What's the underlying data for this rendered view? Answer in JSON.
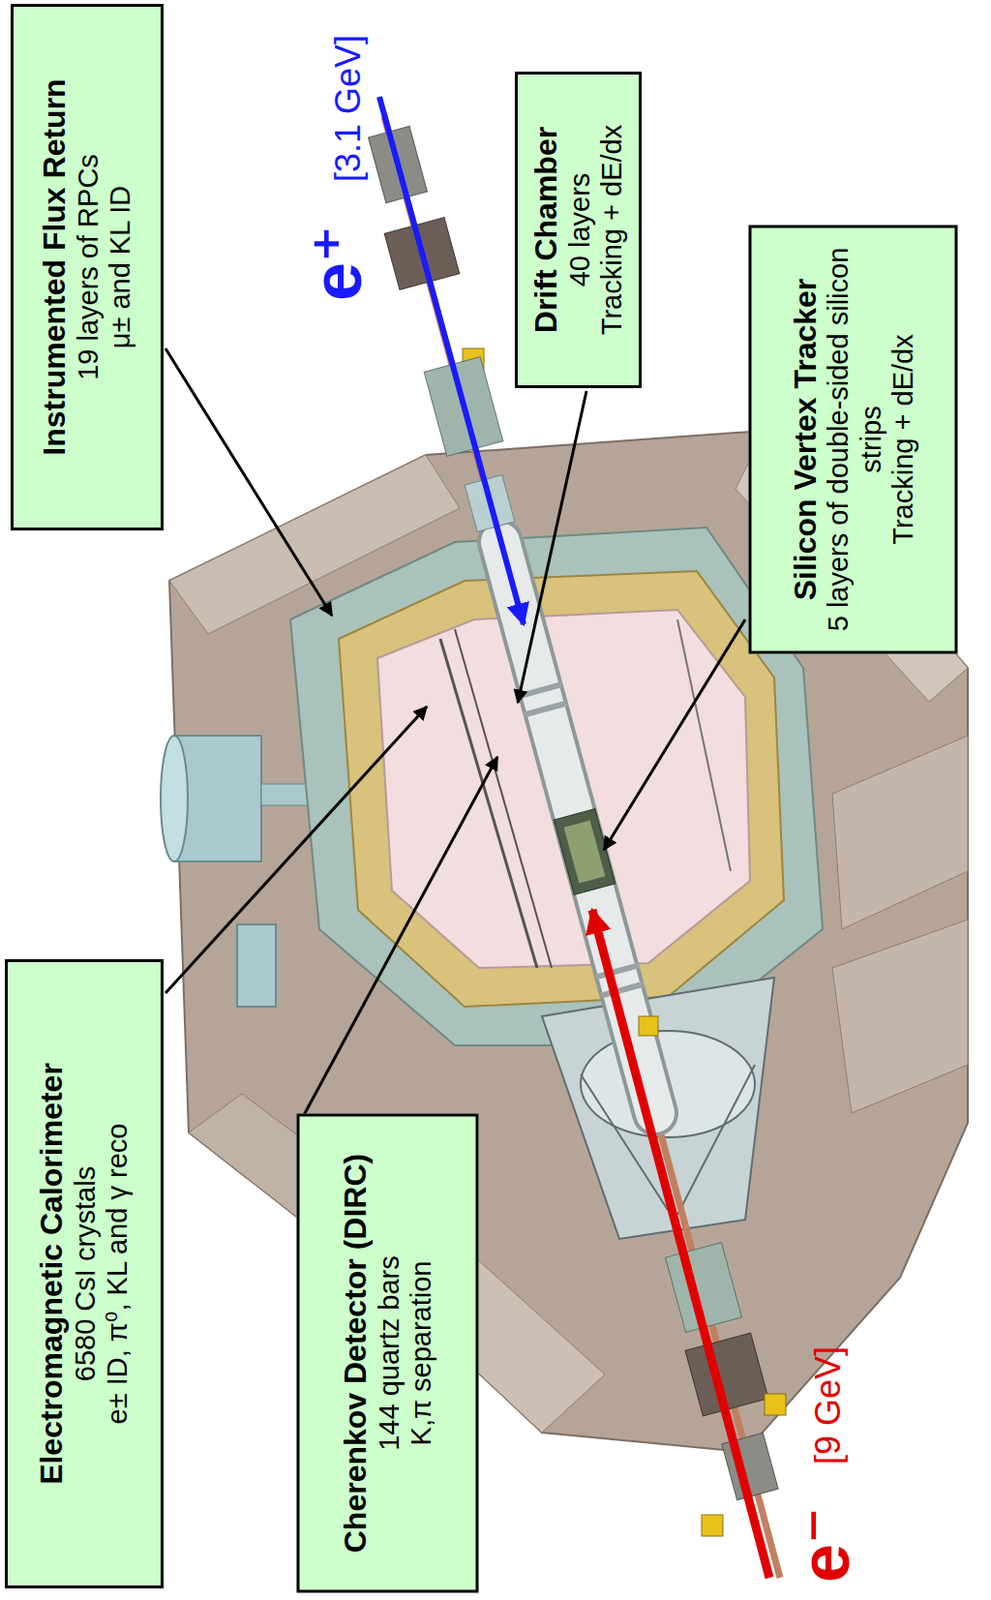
{
  "diagram": {
    "nodes": [
      {
        "text": [
          "Instrumented Flux Return",
          "19 layers of RPCs",
          "μ± and KL ID"
        ]
      },
      {
        "text": [
          "Drift Chamber",
          "40 layers",
          "Tracking + dE/dx"
        ]
      },
      {
        "text": [
          "Silicon Vertex Tracker",
          "5 layers of double-sided silicon strips",
          "Tracking + dE/dx"
        ]
      },
      {
        "text": [
          "Electromagnetic Calorimeter",
          "6580 CsI crystals",
          "e± ID, π⁰, KL and γ reco"
        ]
      },
      {
        "text": [
          "Cherenkov Detector (DIRC)",
          "144 quartz bars",
          "K,π separation"
        ]
      }
    ],
    "labels": [
      "e⁺",
      "[3.1 GeV]",
      "e⁻",
      "[9 GeV]"
    ]
  }
}
